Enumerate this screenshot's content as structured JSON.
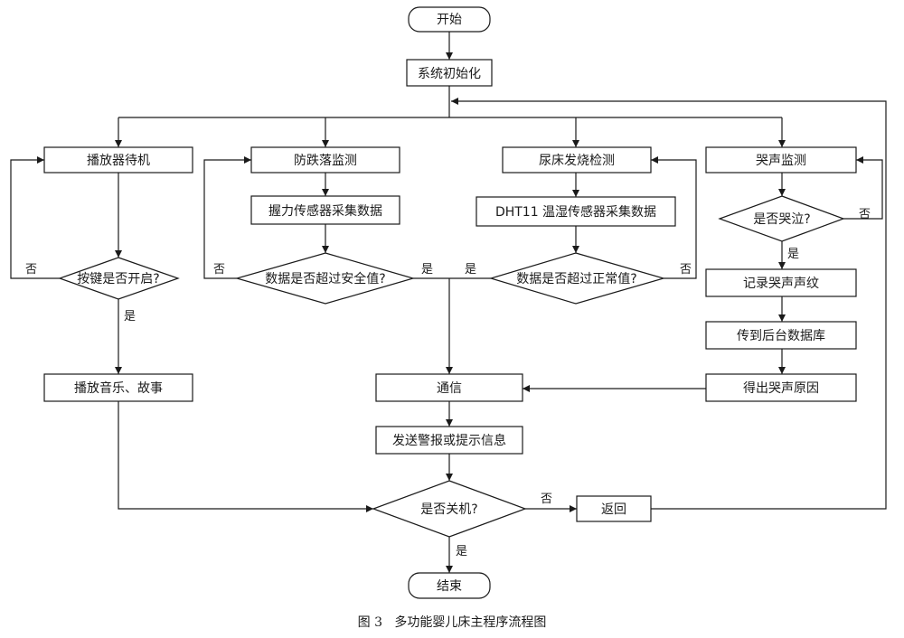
{
  "nodes": {
    "start": "开始",
    "init": "系统初始化",
    "player_standby": "播放器待机",
    "fall_monitor": "防跌落监测",
    "bedwet_detect": "尿床发烧检测",
    "cry_monitor": "哭声监测",
    "grip_sensor": "握力传感器采集数据",
    "dht11_sensor": "DHT11 温湿传感器采集数据",
    "key_on_q": "按键是否开启?",
    "over_safe_q": "数据是否超过安全值?",
    "over_normal_q": "数据是否超过正常值?",
    "crying_q": "是否哭泣?",
    "record_voiceprint": "记录哭声声纹",
    "upload_db": "传到后台数据库",
    "get_reason": "得出哭声原因",
    "play_music": "播放音乐、故事",
    "comm": "通信",
    "send_alert": "发送警报或提示信息",
    "shutdown_q": "是否关机?",
    "return": "返回",
    "end": "结束"
  },
  "edge_labels": {
    "key_no": "否",
    "key_yes": "是",
    "safe_no": "否",
    "safe_yes": "是",
    "normal_yes": "是",
    "normal_no": "否",
    "cry_no": "否",
    "cry_yes": "是",
    "shutdown_no": "否",
    "shutdown_yes": "是"
  },
  "caption": "图 3   多功能婴儿床主程序流程图"
}
